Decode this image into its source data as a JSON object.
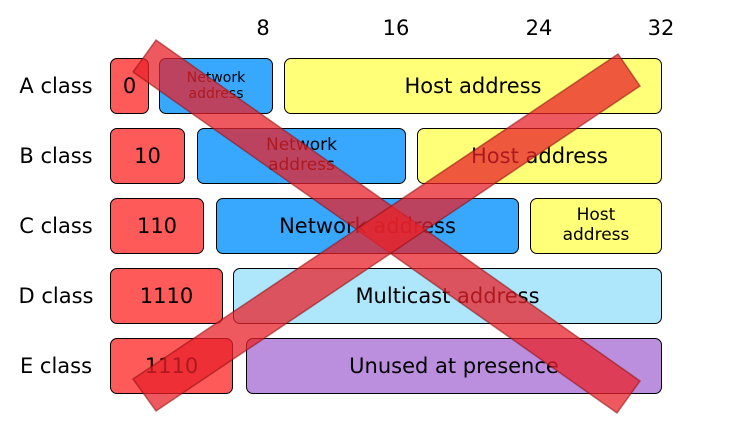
{
  "bit_markers": [
    "8",
    "16",
    "24",
    "32"
  ],
  "rows": [
    {
      "label": "A class",
      "prefix": "0",
      "fields": [
        "Network\naddress",
        "Host address"
      ]
    },
    {
      "label": "B class",
      "prefix": "10",
      "fields": [
        "Network\naddress",
        "Host address"
      ]
    },
    {
      "label": "C class",
      "prefix": "110",
      "fields": [
        "Network address",
        "Host\naddress"
      ]
    },
    {
      "label": "D class",
      "prefix": "1110",
      "fields": [
        "Multicast address"
      ]
    },
    {
      "label": "E class",
      "prefix": "1110",
      "fields": [
        "Unused at presence"
      ]
    }
  ],
  "colors": {
    "prefix": "#ff5a5a",
    "network": "#38a8ff",
    "host": "#ffff78",
    "multicast": "#aee6fc",
    "unused": "#bb8fdd",
    "cross": "#e8212a"
  }
}
